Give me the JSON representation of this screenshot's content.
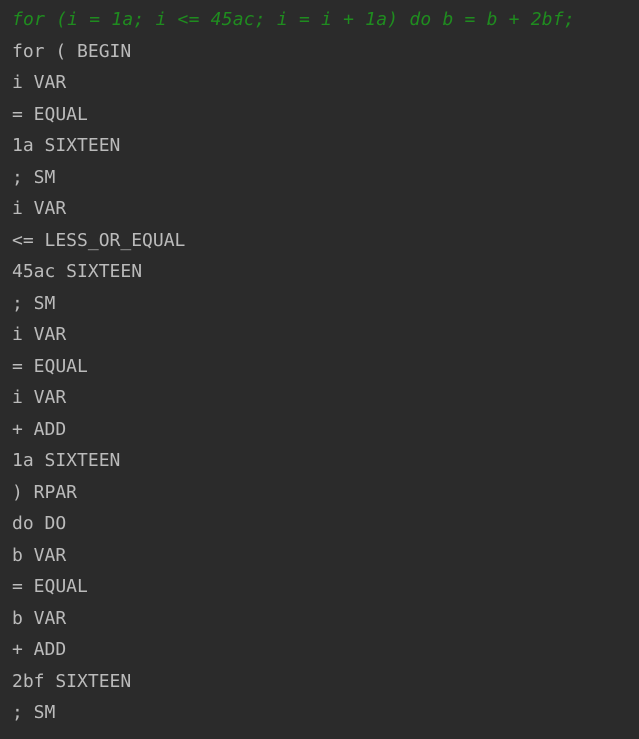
{
  "console": {
    "input": "for (i = 1a; i <= 45ac; i = i + 1a) do b = b + 2bf;",
    "tokens": [
      "for ( BEGIN",
      "i VAR",
      "= EQUAL",
      "1a SIXTEEN",
      "; SM",
      "i VAR",
      "<= LESS_OR_EQUAL",
      "45ac SIXTEEN",
      "; SM",
      "i VAR",
      "= EQUAL",
      "i VAR",
      "+ ADD",
      "1a SIXTEEN",
      ") RPAR",
      "do DO",
      "b VAR",
      "= EQUAL",
      "b VAR",
      "+ ADD",
      "2bf SIXTEEN",
      "; SM"
    ]
  },
  "colors": {
    "background": "#2b2b2b",
    "input_text": "#1f8c1f",
    "output_text": "#bbbbbb"
  }
}
